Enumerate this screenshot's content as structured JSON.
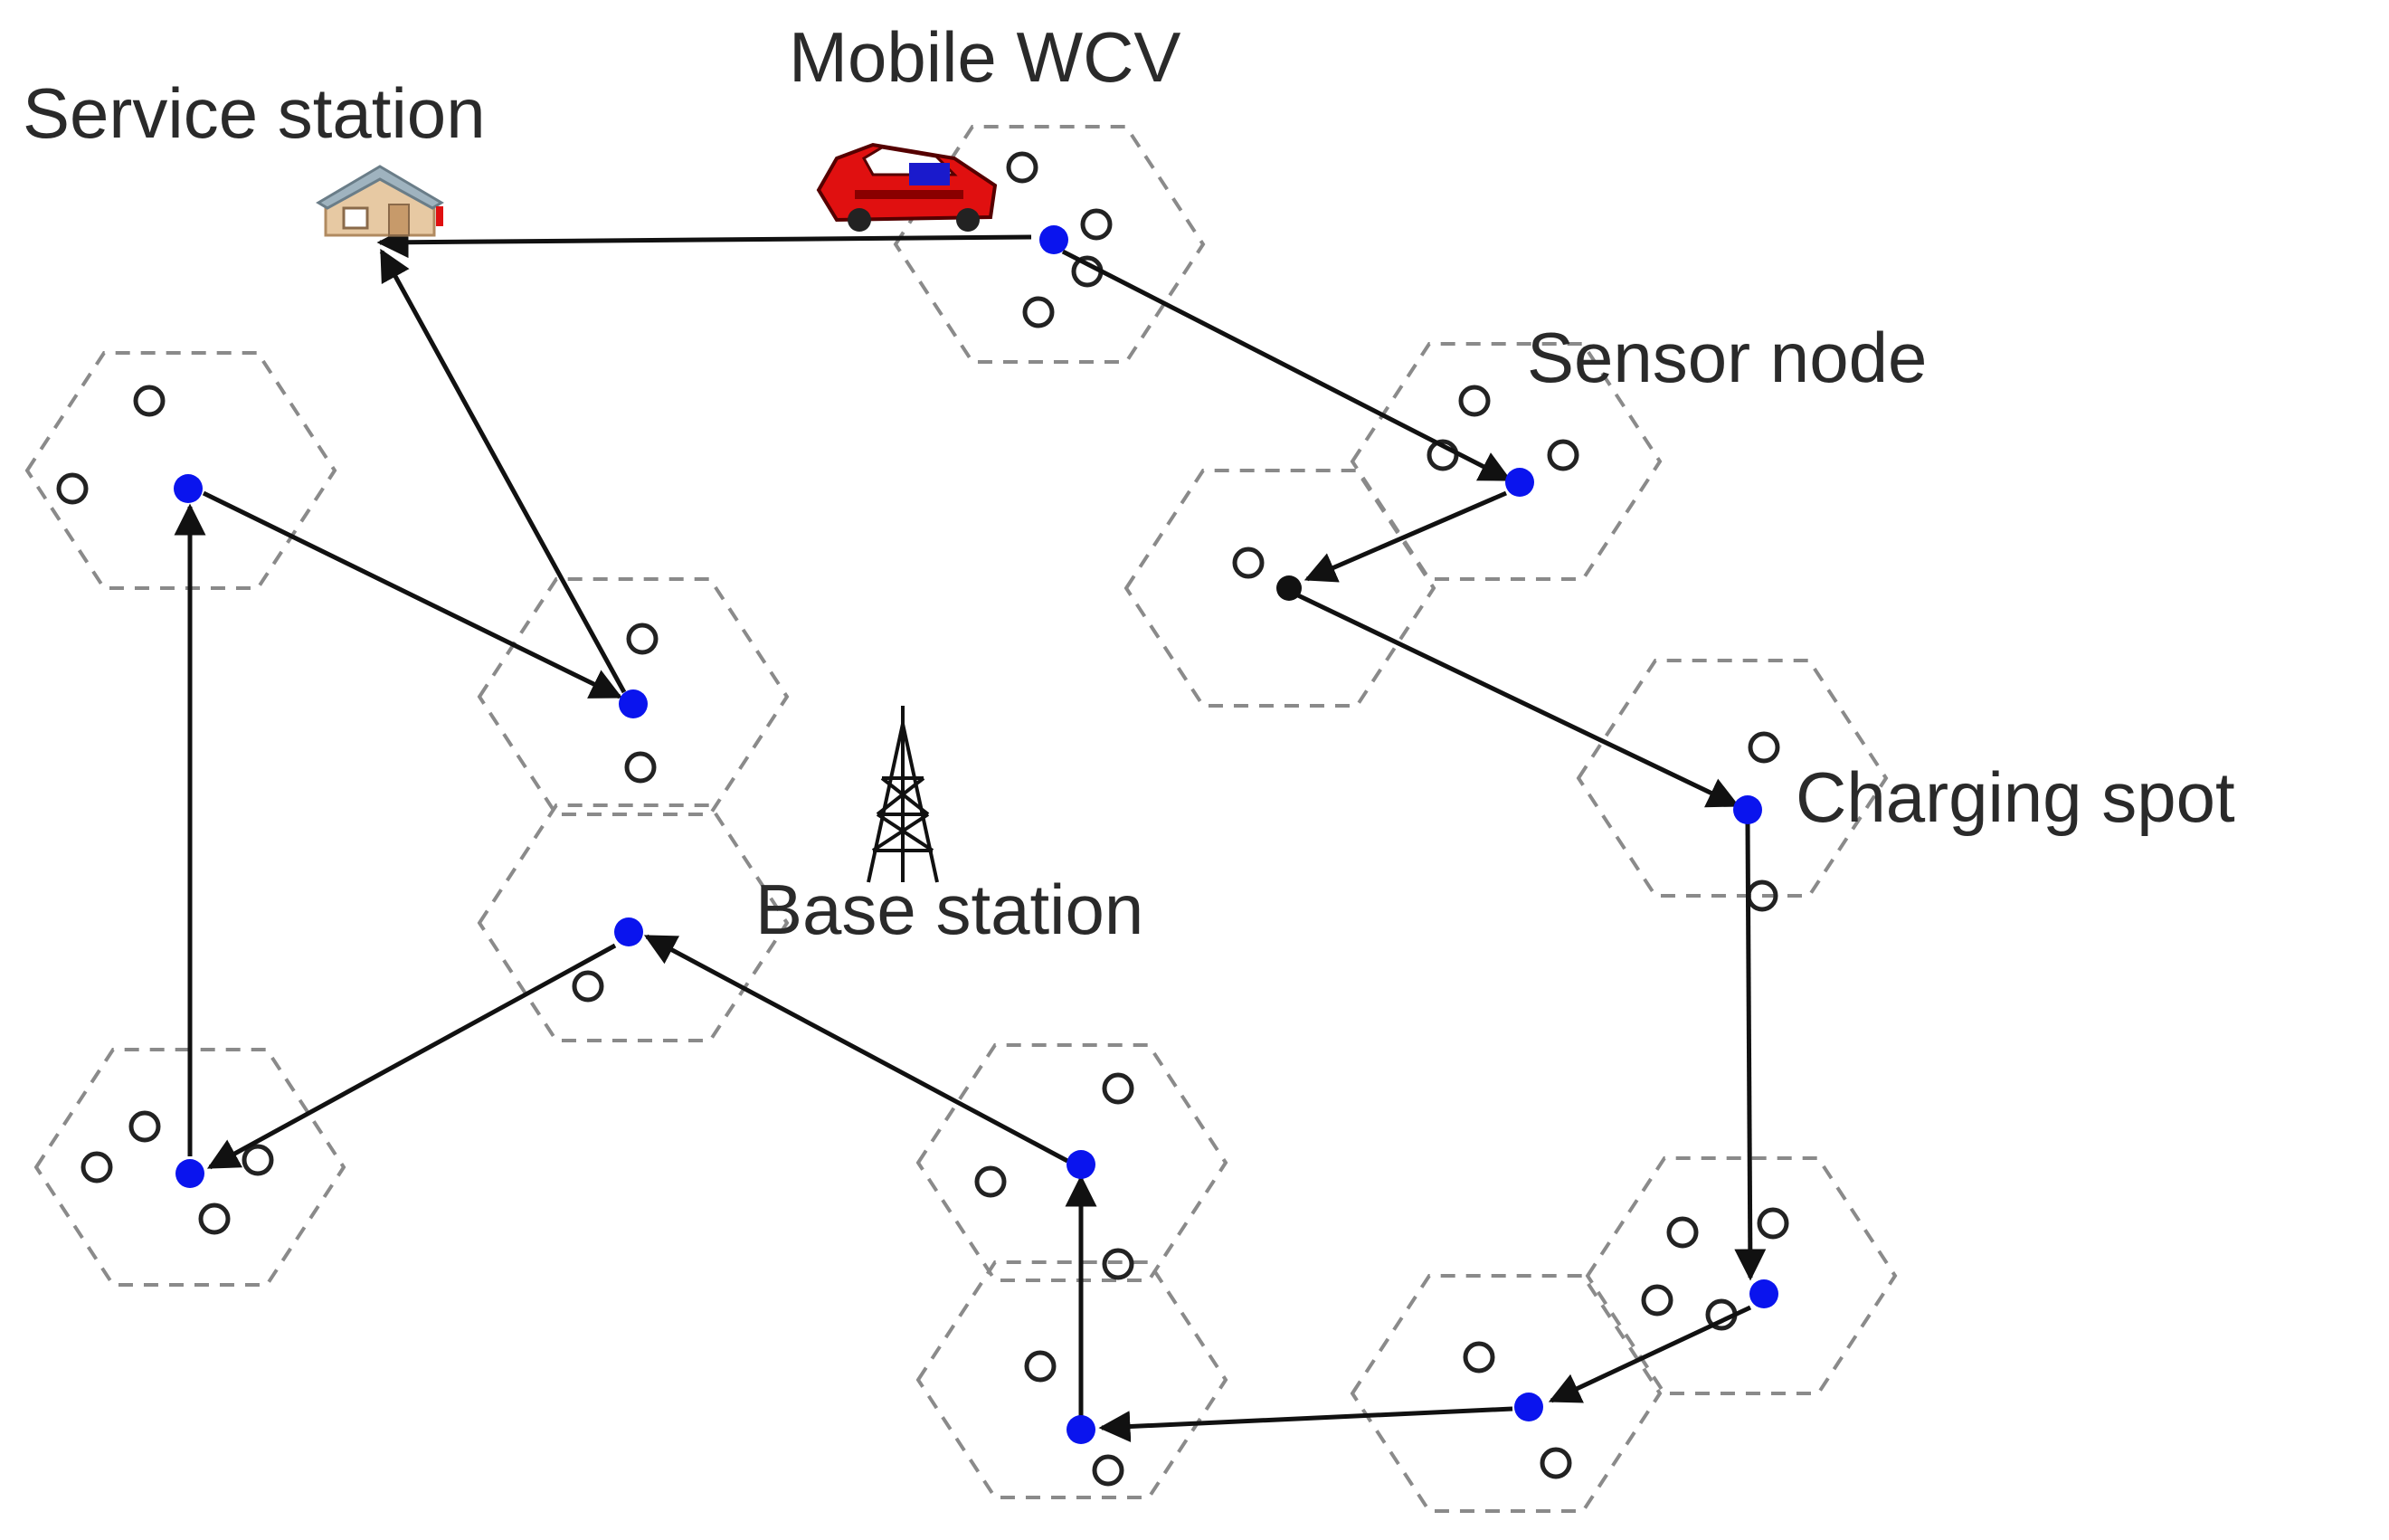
{
  "labels": {
    "service_station": "Service station",
    "mobile_wcv": "Mobile WCV",
    "sensor_node": "Sensor node",
    "charging_spot": "Charging spot",
    "base_station": "Base station"
  },
  "colors": {
    "charging_spot": "#0a14ee",
    "sensor_node_stroke": "#222222",
    "route_arrow": "#111111",
    "cell_border": "#8a8a8a",
    "vehicle_body": "#e01010",
    "house_wall": "#e7c9a3",
    "house_roof": "#9fb3bf"
  },
  "icons": {
    "service_station": "house-icon",
    "mobile_wcv": "car-icon",
    "base_station": "antenna-tower-icon"
  }
}
